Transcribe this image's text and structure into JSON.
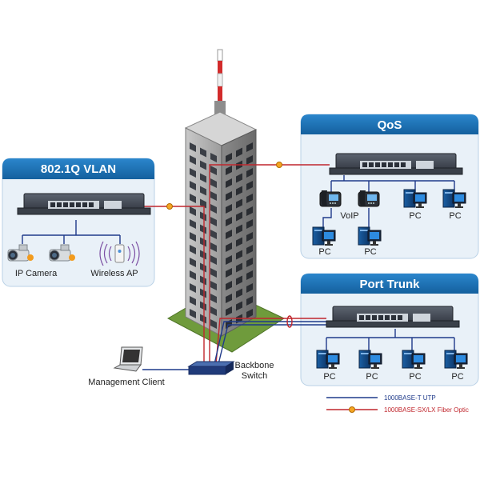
{
  "panels": {
    "vlan": {
      "title": "802.1Q VLAN"
    },
    "qos": {
      "title": "QoS"
    },
    "trunk": {
      "title": "Port Trunk"
    }
  },
  "labels": {
    "ip_camera": "IP Camera",
    "wireless_ap": "Wireless AP",
    "voip": "VoIP",
    "pc": "PC",
    "management_client": "Management Client",
    "backbone_line1": "Backbone",
    "backbone_line2": "Switch"
  },
  "legend": {
    "utp": "1000BASE-T UTP",
    "fiber": "1000BASE-SX/LX Fiber Optic"
  },
  "colors": {
    "panel_header": "#1b73b8",
    "panel_bg": "#e9f1f8",
    "utp_line": "#1f3a8a",
    "fiber_line": "#c0262d",
    "fiber_marker": "#f5a623",
    "tower": "#a8a8a8",
    "grass": "#6f9b3c"
  }
}
